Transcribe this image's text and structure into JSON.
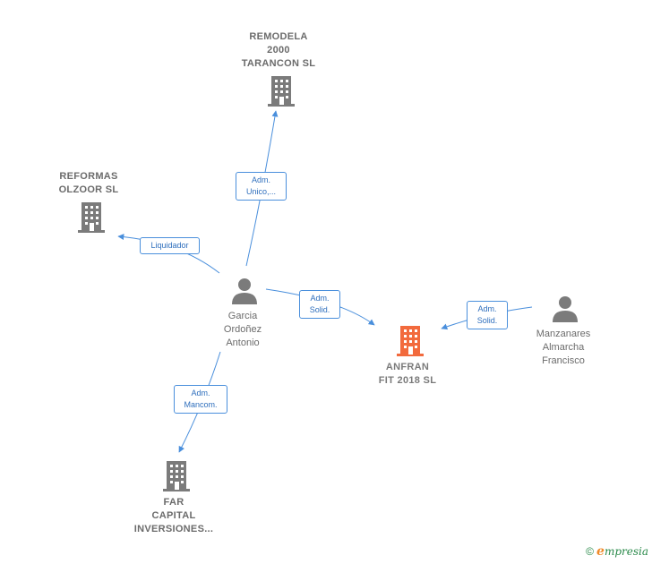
{
  "colors": {
    "edge": "#4a8fdc",
    "node_gray": "#7b7b7b",
    "node_focus": "#f26a3d"
  },
  "nodes": {
    "remodela": {
      "lines": [
        "REMODELA",
        "2000",
        "TARANCON  SL"
      ],
      "kind": "company",
      "icon": "building-icon"
    },
    "reformas": {
      "lines": [
        "REFORMAS",
        "OLZOOR SL"
      ],
      "kind": "company",
      "icon": "building-icon"
    },
    "garcia": {
      "lines": [
        "Garcia",
        "Ordoñez",
        "Antonio"
      ],
      "kind": "person",
      "icon": "person-icon"
    },
    "anfran": {
      "lines": [
        "ANFRAN",
        "FIT 2018  SL"
      ],
      "kind": "company-focus",
      "icon": "building-icon"
    },
    "manzanares": {
      "lines": [
        "Manzanares",
        "Almarcha",
        "Francisco"
      ],
      "kind": "person",
      "icon": "person-icon"
    },
    "far": {
      "lines": [
        "FAR",
        "CAPITAL",
        "INVERSIONES..."
      ],
      "kind": "company",
      "icon": "building-icon"
    }
  },
  "edges": {
    "to_remodela": {
      "lines": [
        "Adm.",
        "Unico,..."
      ]
    },
    "to_reformas": {
      "lines": [
        "Liquidador"
      ]
    },
    "garcia_to_anfran": {
      "lines": [
        "Adm.",
        "Solid."
      ]
    },
    "manzanares_to_anfran": {
      "lines": [
        "Adm.",
        "Solid."
      ]
    },
    "to_far": {
      "lines": [
        "Adm.",
        "Mancom."
      ]
    }
  },
  "watermark": {
    "copyright": "©",
    "brand_initial": "e",
    "brand_rest": "mpresia"
  }
}
